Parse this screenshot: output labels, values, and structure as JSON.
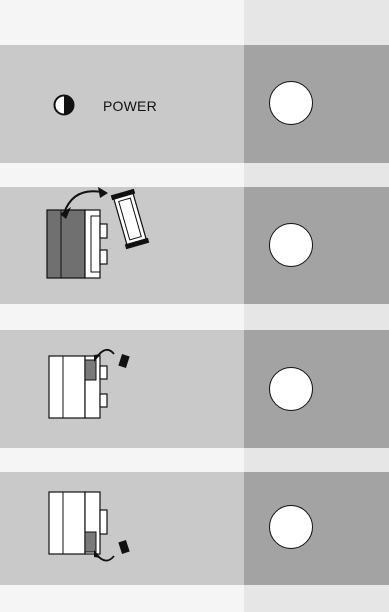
{
  "rows": [
    {
      "kind": "power",
      "label": "POWER",
      "icon": "half-filled-circle-icon"
    },
    {
      "kind": "image",
      "icon": "cartridge-swap-icon"
    },
    {
      "kind": "image",
      "icon": "top-latch-open-icon"
    },
    {
      "kind": "image",
      "icon": "bottom-latch-open-icon"
    }
  ],
  "colors": {
    "light_band": "#f5f5f5",
    "light_band_right": "#e6e6e6",
    "panel_left": "#c9c9c9",
    "panel_right": "#a3a3a3",
    "button_fill": "#ffffff",
    "ink": "#111111"
  }
}
